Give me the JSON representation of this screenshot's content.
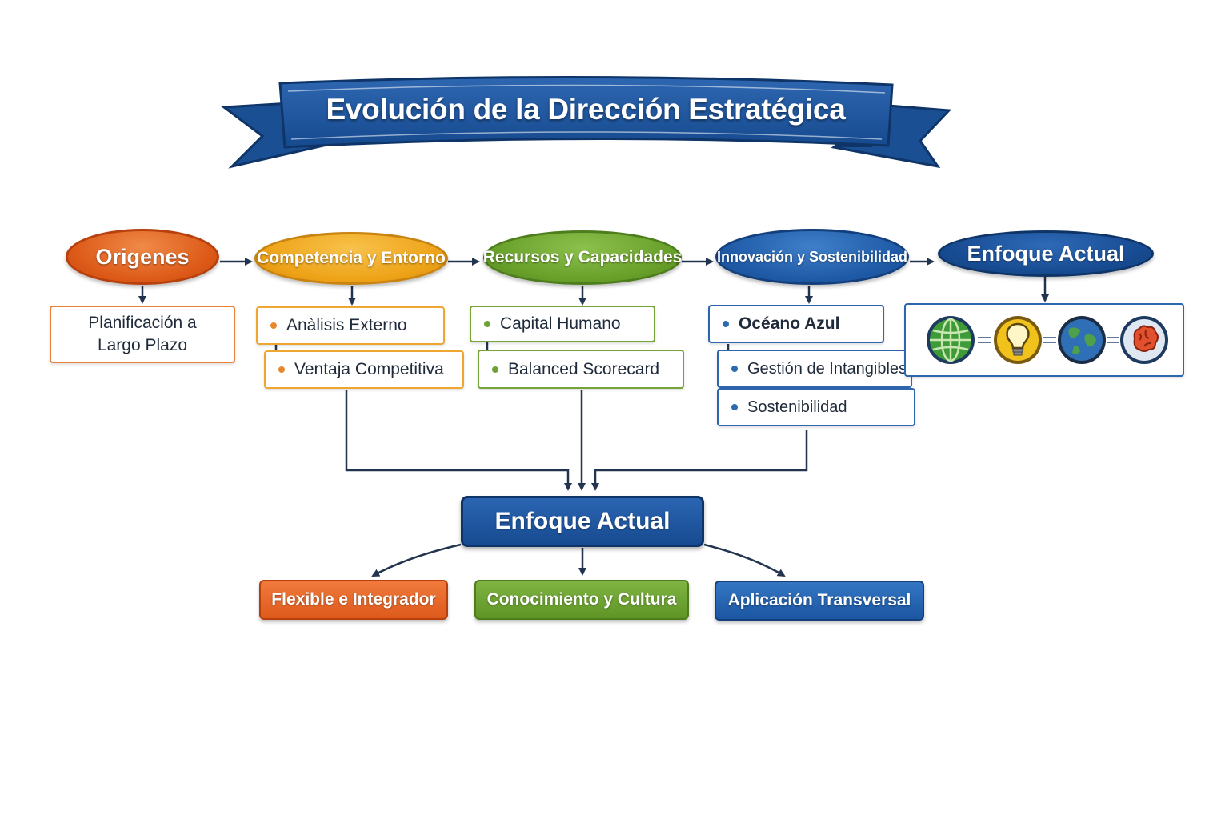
{
  "title": "Evolución de la Dirección Estratégica",
  "stages": [
    {
      "label": "Origenes",
      "items": [
        "Planificación a Largo Plazo"
      ]
    },
    {
      "label": "Competencia y Entorno",
      "items": [
        "Anàlisis Externo",
        "Ventaja Competitiva"
      ]
    },
    {
      "label": "Recursos y Capacidades",
      "items": [
        "Capital Humano",
        "Balanced Scorecard"
      ]
    },
    {
      "label": "Innovación y Sostenibilidad",
      "items": [
        "Océano Azul",
        "Gestión de Intangibles",
        "Sostenibilidad"
      ]
    },
    {
      "label": "Enfoque Actual",
      "icons": [
        "globe-icon",
        "lightbulb-icon",
        "earth-icon",
        "brain-icon"
      ]
    }
  ],
  "central": {
    "label": "Enfoque Actual"
  },
  "outcomes": [
    "Flexible e Integrador",
    "Conocimiento y Cultura",
    "Aplicación Transversal"
  ],
  "colors": {
    "orange": "#dd5a18",
    "yellow": "#eea318",
    "green": "#68a02a",
    "blue": "#1f5aa6",
    "navy": "#174b91",
    "connector": "#22344f"
  }
}
